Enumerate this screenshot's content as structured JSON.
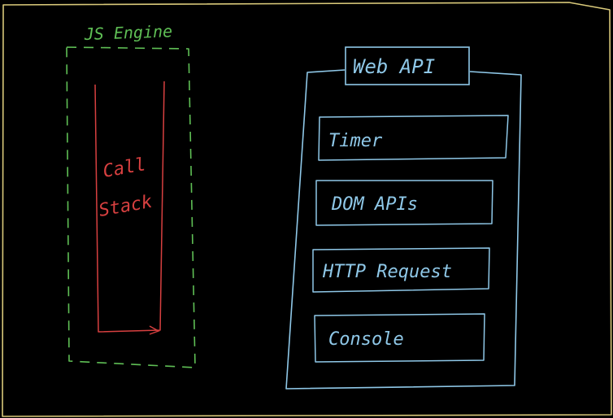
{
  "frame": {
    "stroke_color": "#d9c97a",
    "background": "#000000"
  },
  "js_engine": {
    "label": "JS Engine",
    "color": "#5fbf55",
    "call_stack": {
      "label_line1": "Call",
      "label_line2": "Stack",
      "color": "#d84040"
    }
  },
  "web_api": {
    "label": "Web API",
    "color": "#8fc8e8",
    "items": [
      {
        "label": "Timer"
      },
      {
        "label": "DOM APIs"
      },
      {
        "label": "HTTP Request"
      },
      {
        "label": "Console"
      }
    ]
  }
}
